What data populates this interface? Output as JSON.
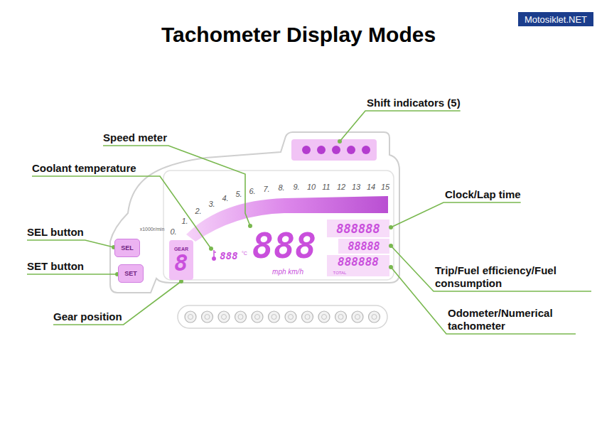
{
  "diagram": {
    "title": "Tachometer Display Modes",
    "nodes": [
      {
        "text": [
          "Motosiklet.NET"
        ]
      },
      {
        "text": [
          "SEL"
        ]
      },
      {
        "text": [
          "SET"
        ]
      },
      {
        "text": [
          "GEAR",
          "8"
        ]
      }
    ],
    "labels": [
      "Shift indicators (5)",
      "Speed meter",
      "Coolant temperature",
      "Clock/Lap time",
      "SEL button",
      "SET button",
      "Trip/Fuel efficiency/Fuel consumption",
      "Gear position",
      "Odometer/Numerical tachometer",
      "0.",
      "1.",
      "2.",
      "3.",
      "4.",
      "5.",
      "6.",
      "7.",
      "8.",
      "9.",
      "10",
      "11",
      "12",
      "13",
      "14",
      "15",
      "x1000r/min",
      "888",
      "°C",
      "888",
      "mph km/h",
      "888888",
      "88888",
      "888888",
      "TOTAL"
    ]
  }
}
